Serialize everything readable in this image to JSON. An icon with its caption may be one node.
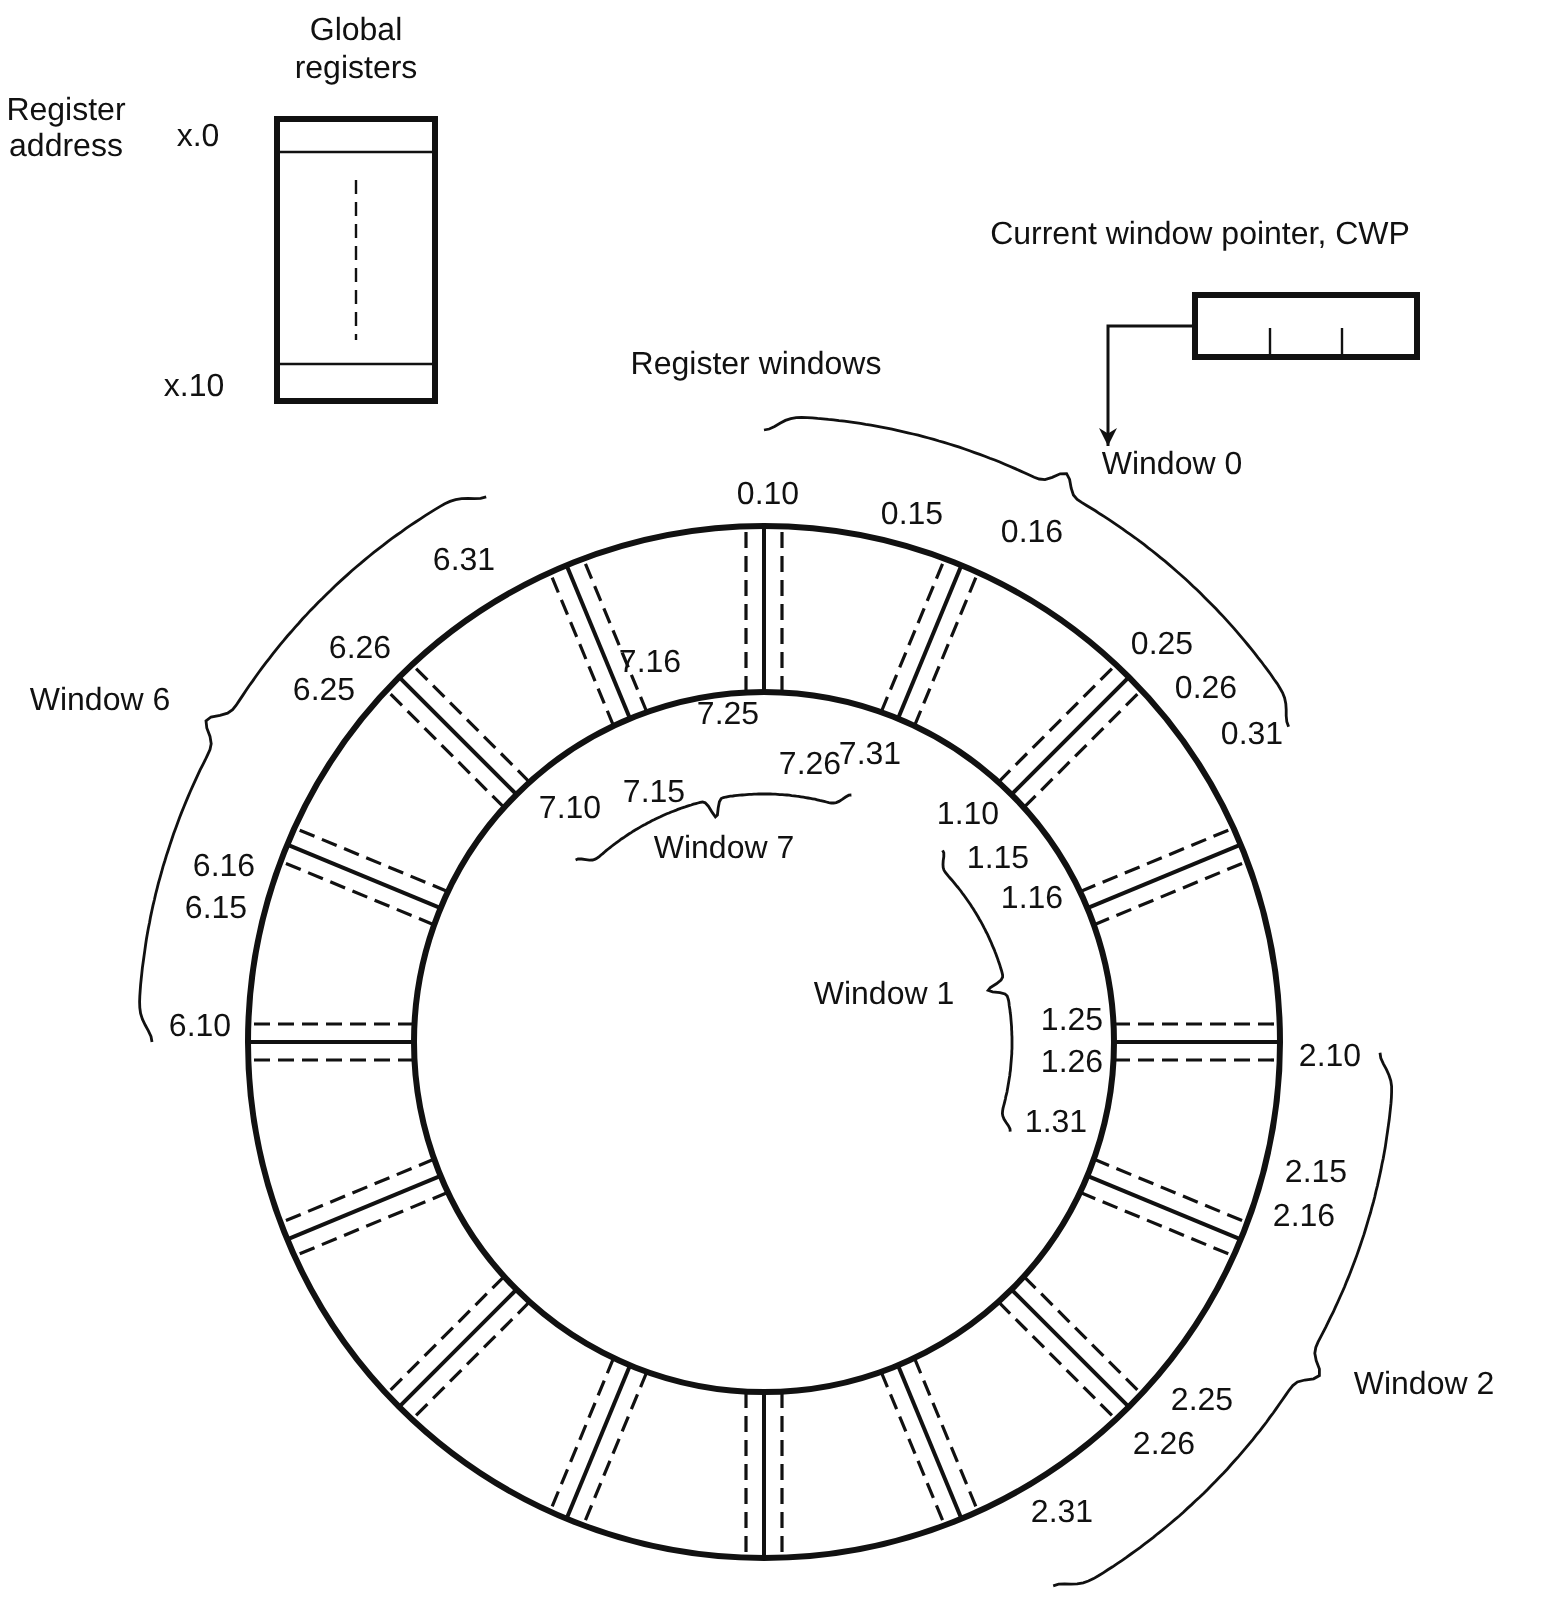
{
  "diagram": {
    "nodes": [
      {
        "text": [
          "Global registers"
        ],
        "beside": [
          "x.0",
          "x.10"
        ]
      },
      {
        "text": [
          "Current window pointer, CWP"
        ]
      },
      {
        "text": [
          "Window 0"
        ]
      }
    ],
    "edges": [
      {
        "from": 1,
        "to": 2,
        "arrow": "to"
      }
    ],
    "labels": [
      "Register address",
      "Register windows",
      "0.10",
      "0.15",
      "0.16",
      "6.31",
      "0.25",
      "7.16",
      "6.26",
      "Window 6",
      "6.25",
      "0.26",
      "7.25",
      "0.31",
      "7.26",
      "7.31",
      "7.10",
      "7.15",
      "1.10",
      "Window 7",
      "1.15",
      "6.16",
      "1.16",
      "6.15",
      "Window 1",
      "6.10",
      "1.25",
      "2.10",
      "1.26",
      "1.31",
      "2.15",
      "2.16",
      "Window 2",
      "2.25",
      "2.26",
      "2.31"
    ]
  }
}
